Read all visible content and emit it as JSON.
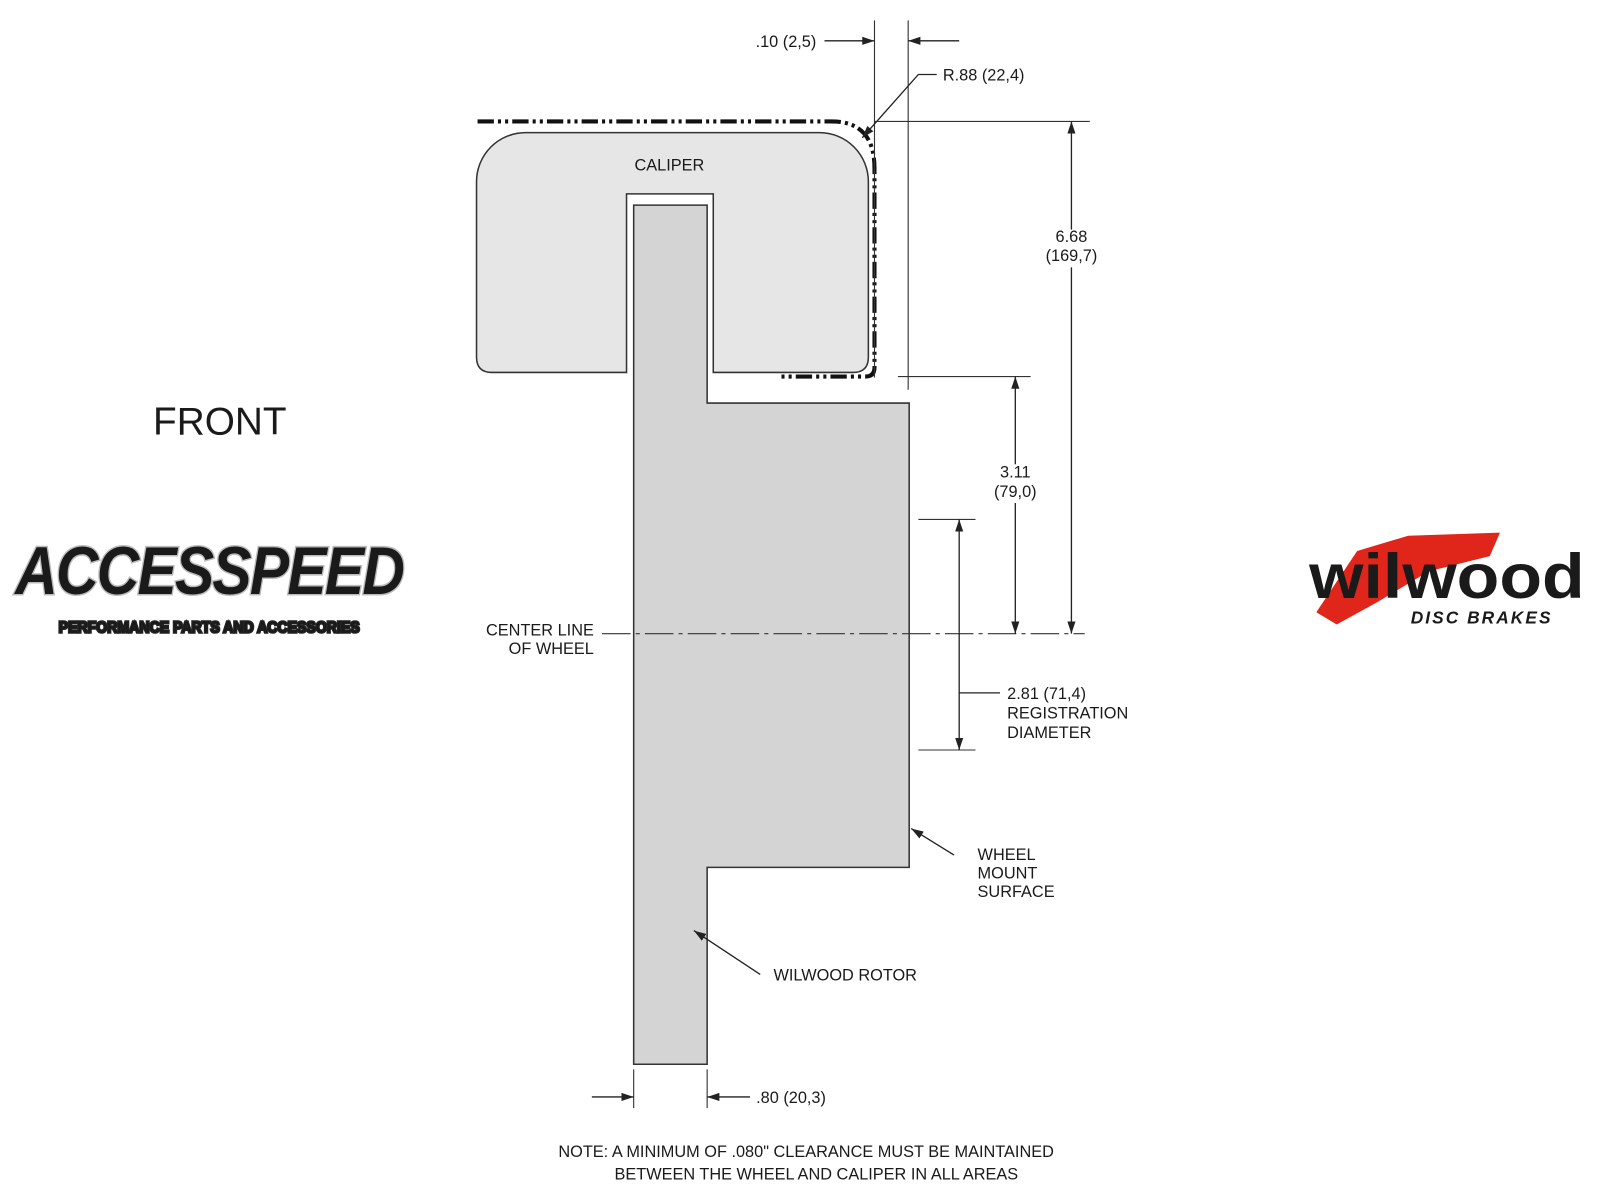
{
  "view_label": "FRONT",
  "parts": {
    "caliper": "CALIPER",
    "rotor": "WILWOOD ROTOR",
    "wheel_mount": [
      "WHEEL",
      "MOUNT",
      "SURFACE"
    ],
    "center_line": [
      "CENTER LINE",
      "OF WHEEL"
    ]
  },
  "dimensions": {
    "clearance": ".10 (2,5)",
    "radius": "R.88 (22,4)",
    "height_total": [
      "6.68",
      "(169,7)"
    ],
    "height_mount": [
      "3.11",
      "(79,0)"
    ],
    "registration": [
      "2.81 (71,4)",
      "REGISTRATION",
      "DIAMETER"
    ],
    "rotor_width": ".80 (20,3)"
  },
  "note": [
    "NOTE: A MINIMUM OF .080\" CLEARANCE MUST BE MAINTAINED",
    "BETWEEN THE WHEEL AND CALIPER IN ALL AREAS"
  ],
  "logos": {
    "left": {
      "name": "ACCESSPEED",
      "tagline": "PERFORMANCE PARTS AND ACCESSORIES"
    },
    "right": {
      "name": "wilwood",
      "tagline": "DISC BRAKES",
      "accent": "#e0261b"
    }
  }
}
